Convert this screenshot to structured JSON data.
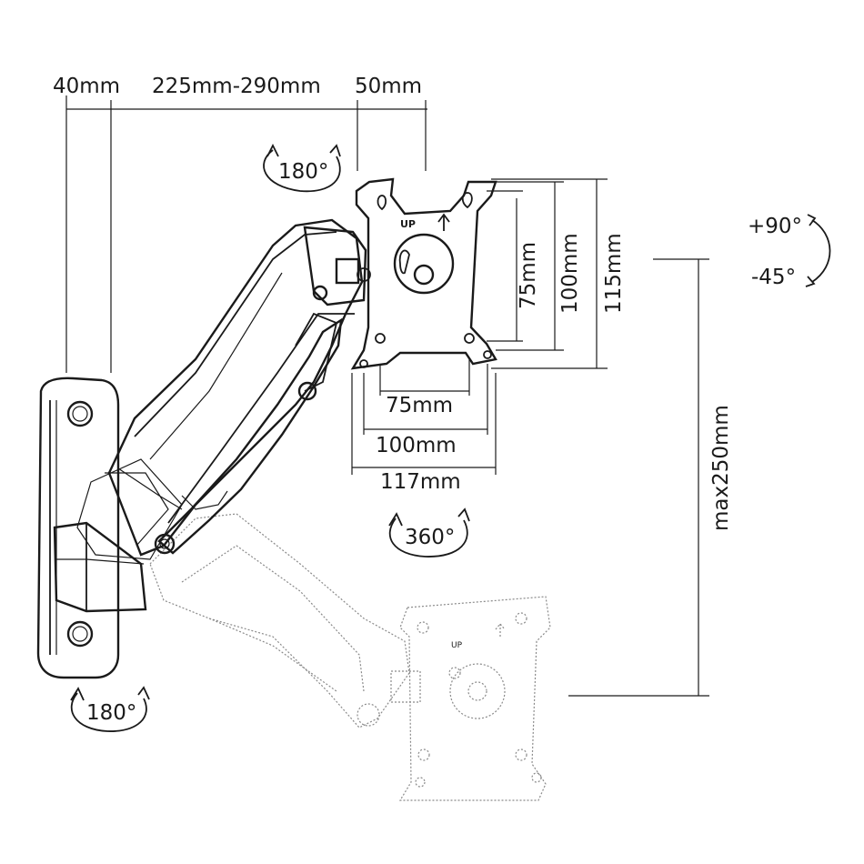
{
  "dimensions": {
    "wall_offset": "40mm",
    "arm_length": "225mm-290mm",
    "head_offset": "50mm",
    "vesa_v_small": "75mm",
    "vesa_v_large": "100mm",
    "plate_height": "115mm",
    "vesa_h_small": "75mm",
    "vesa_h_large": "100mm",
    "plate_width": "117mm",
    "height_adjust": "max250mm"
  },
  "rotations": {
    "head_swivel": "180°",
    "wall_swivel": "180°",
    "rotation": "360°",
    "tilt_up": "+90°",
    "tilt_down": "-45°"
  },
  "plate_label": "UP"
}
